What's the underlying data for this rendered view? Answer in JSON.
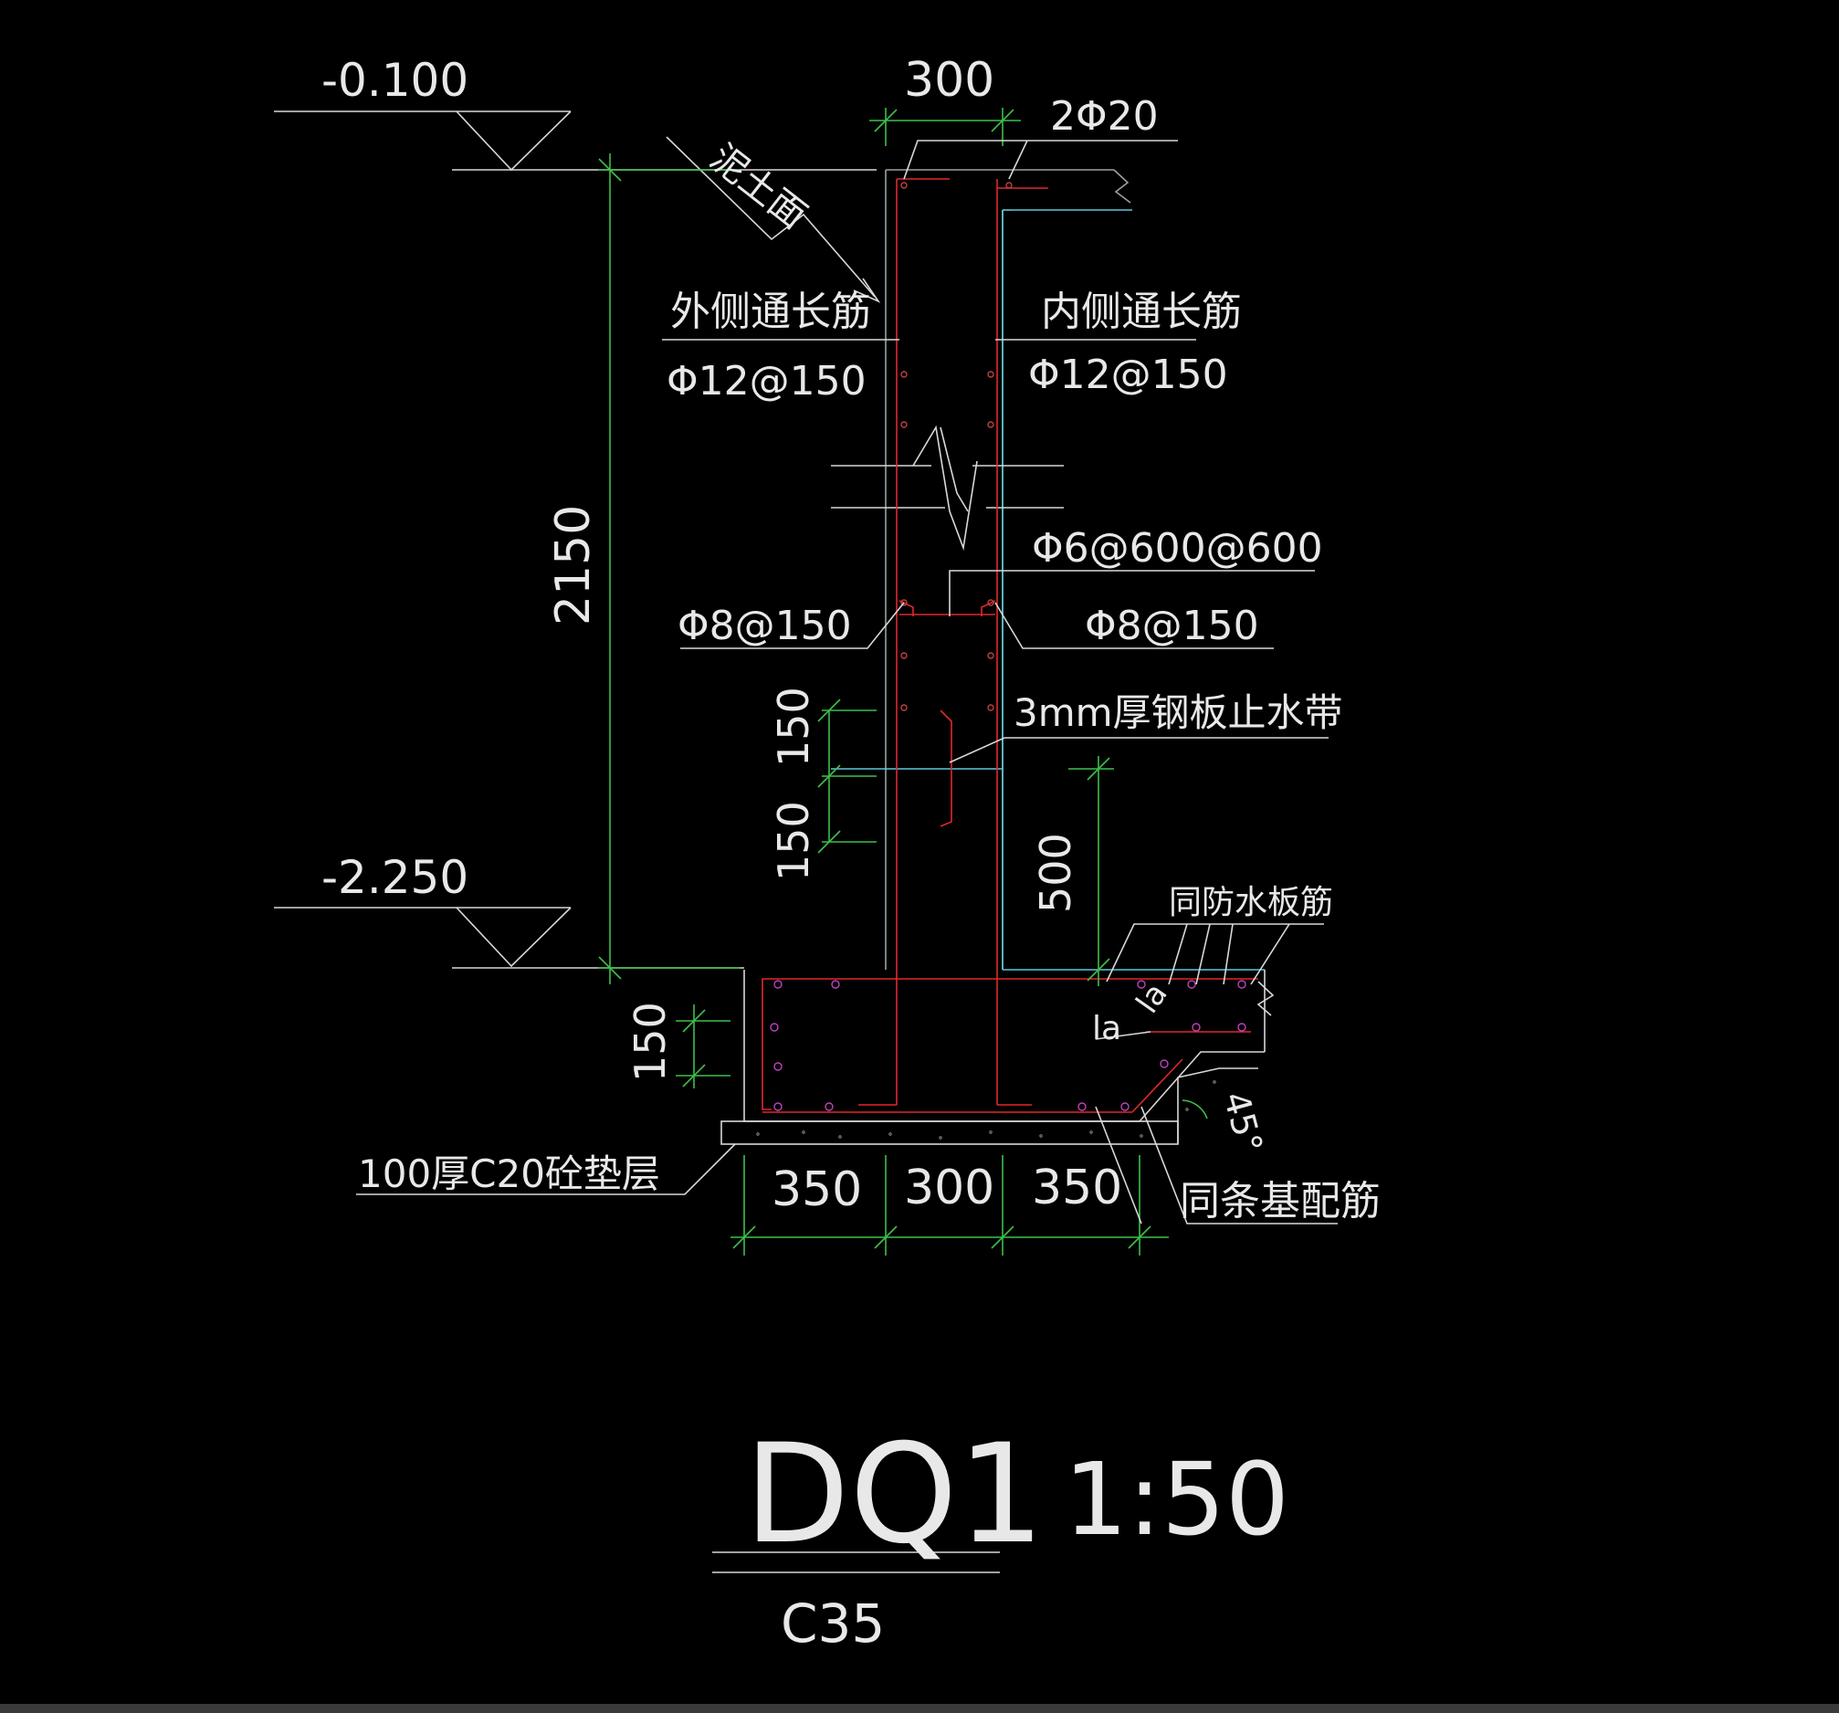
{
  "colors": {
    "background": "#000000",
    "wall_outline": "#9aa0a6",
    "cyan_line": "#5fc8d8",
    "rebar_red": "#e0282a",
    "dimension_green": "#3fbf4a",
    "rebar_dots_magenta": "#c040c0",
    "text_white": "#e8e8e8"
  },
  "levels": {
    "top": "-0.100",
    "bottom": "-2.250"
  },
  "dimensions": {
    "wall_width": "300",
    "height": "2150",
    "waterstop_upper": "150",
    "waterstop_lower": "150",
    "inside_height": "500",
    "footing_thickness": "150",
    "footing_left": "350",
    "footing_center": "300",
    "footing_right": "350",
    "angle": "45°"
  },
  "labels": {
    "backfill": "泥土面",
    "top_bars": "2Φ20",
    "outer_bars_title": "外侧通长筋",
    "outer_bars_spec": "Φ12@150",
    "inner_bars_title": "内侧通长筋",
    "inner_bars_spec": "Φ12@150",
    "tie_bars": "Φ6@600@600",
    "stirrup_left": "Φ8@150",
    "stirrup_right": "Φ8@150",
    "waterstop": "3mm厚钢板止水带",
    "slab_rebar": "同防水板筋",
    "anchor_1": "la",
    "anchor_2": "la",
    "footing_rebar": "同条基配筋",
    "cushion": "100厚C20砼垫层"
  },
  "title": {
    "name": "DQ1",
    "scale": "1:50",
    "concrete": "C35"
  }
}
